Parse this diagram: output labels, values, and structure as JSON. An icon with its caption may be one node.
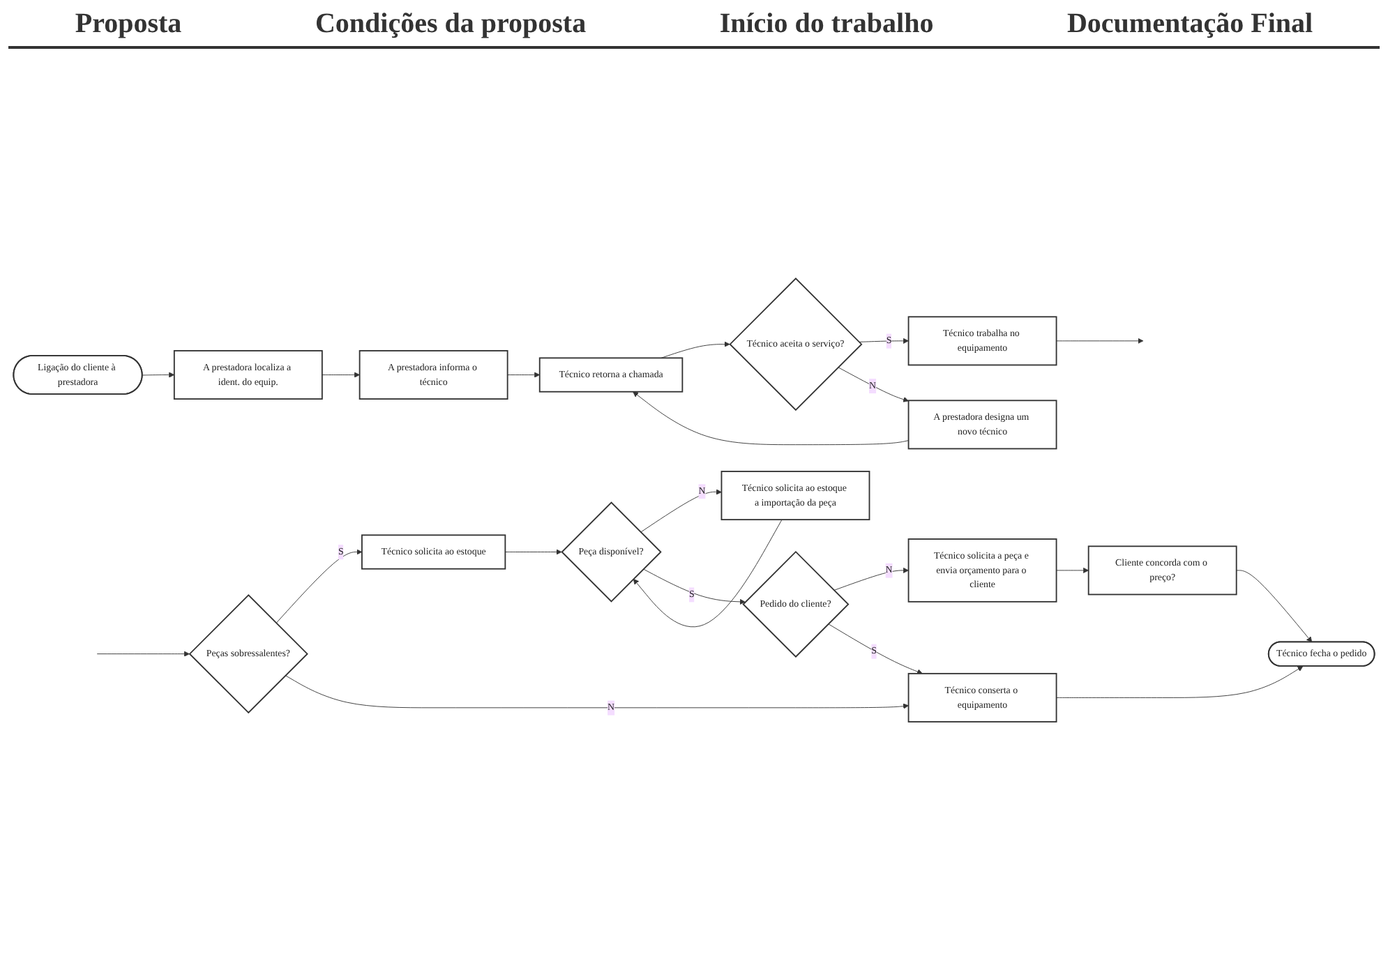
{
  "diagram": {
    "nodes": [
      {
        "text": [
          "Ligação do cliente à prestadora"
        ]
      },
      {
        "text": [
          "A prestadora localiza a ident. do equip."
        ]
      },
      {
        "text": [
          "A prestadora informa o técnico"
        ]
      },
      {
        "text": [
          "Técnico retorna a chamada"
        ]
      },
      {
        "text": [
          "Técnico aceita o serviço?"
        ]
      },
      {
        "text": [
          "Técnico trabalha no equipamento"
        ]
      },
      {
        "text": [
          "A prestadora designa um novo técnico"
        ]
      },
      {
        "text": [
          "Peças sobressalentes?"
        ]
      },
      {
        "text": [
          "Técnico solicita ao estoque"
        ]
      },
      {
        "text": [
          "Peça disponível?"
        ]
      },
      {
        "text": [
          "Técnico solicita ao estoque a importação da peça"
        ]
      },
      {
        "text": [
          "Pedido do cliente?"
        ]
      },
      {
        "text": [
          "Técnico solicita a peça e envia orçamento para o cliente"
        ]
      },
      {
        "text": [
          "Cliente concorda com o preço?"
        ]
      },
      {
        "text": [
          "Técnico conserta o equipamento"
        ]
      },
      {
        "text": [
          "Técnico fecha o pedido"
        ]
      }
    ],
    "edges": [
      {
        "from": 0,
        "to": 1,
        "arrow": "to"
      },
      {
        "from": 1,
        "to": 2,
        "arrow": "to"
      },
      {
        "from": 2,
        "to": 3,
        "arrow": "to"
      },
      {
        "from": 3,
        "to": 4,
        "arrow": "to"
      },
      {
        "from": 4,
        "to": 5,
        "label": "S",
        "arrow": "to"
      },
      {
        "from": 4,
        "to": 6,
        "label": "N",
        "arrow": "to"
      },
      {
        "from": 6,
        "to": 3,
        "arrow": "to"
      },
      {
        "from": 5,
        "to": null,
        "arrow": "to"
      },
      {
        "from": null,
        "to": 7,
        "arrow": "to"
      },
      {
        "from": 7,
        "to": 8,
        "label": "S",
        "arrow": "to"
      },
      {
        "from": 8,
        "to": 9,
        "arrow": "to"
      },
      {
        "from": 9,
        "to": 10,
        "label": "N",
        "arrow": "to"
      },
      {
        "from": 10,
        "to": 9,
        "arrow": "to"
      },
      {
        "from": 9,
        "to": 11,
        "label": "S",
        "arrow": "to"
      },
      {
        "from": 11,
        "to": 12,
        "label": "N",
        "arrow": "to"
      },
      {
        "from": 12,
        "to": 13,
        "arrow": "to"
      },
      {
        "from": 13,
        "to": 15,
        "arrow": "to"
      },
      {
        "from": 11,
        "to": 14,
        "label": "S",
        "arrow": "to"
      },
      {
        "from": 7,
        "to": 14,
        "label": "N",
        "arrow": "to"
      },
      {
        "from": 14,
        "to": 15,
        "arrow": "to"
      }
    ],
    "labels": [
      "Proposta",
      "Condições da proposta",
      "Início do trabalho",
      "Documentação Final"
    ]
  }
}
